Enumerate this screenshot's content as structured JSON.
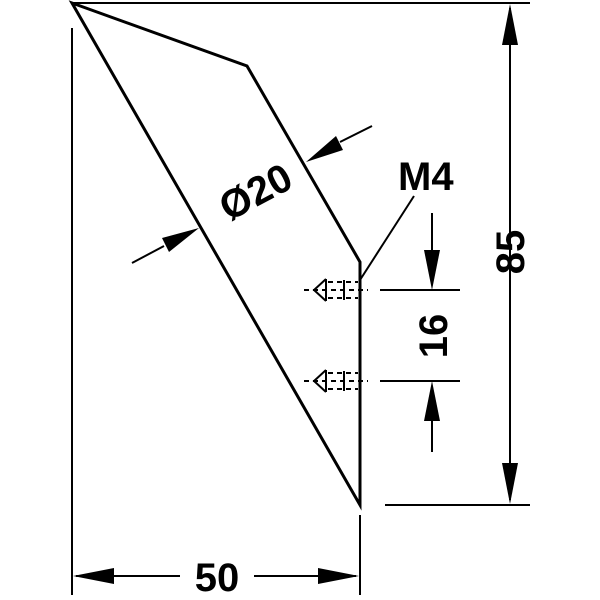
{
  "dimensions": {
    "width": "50",
    "height": "85",
    "screw_spacing": "16",
    "diameter": "Ø20",
    "thread": "M4"
  }
}
